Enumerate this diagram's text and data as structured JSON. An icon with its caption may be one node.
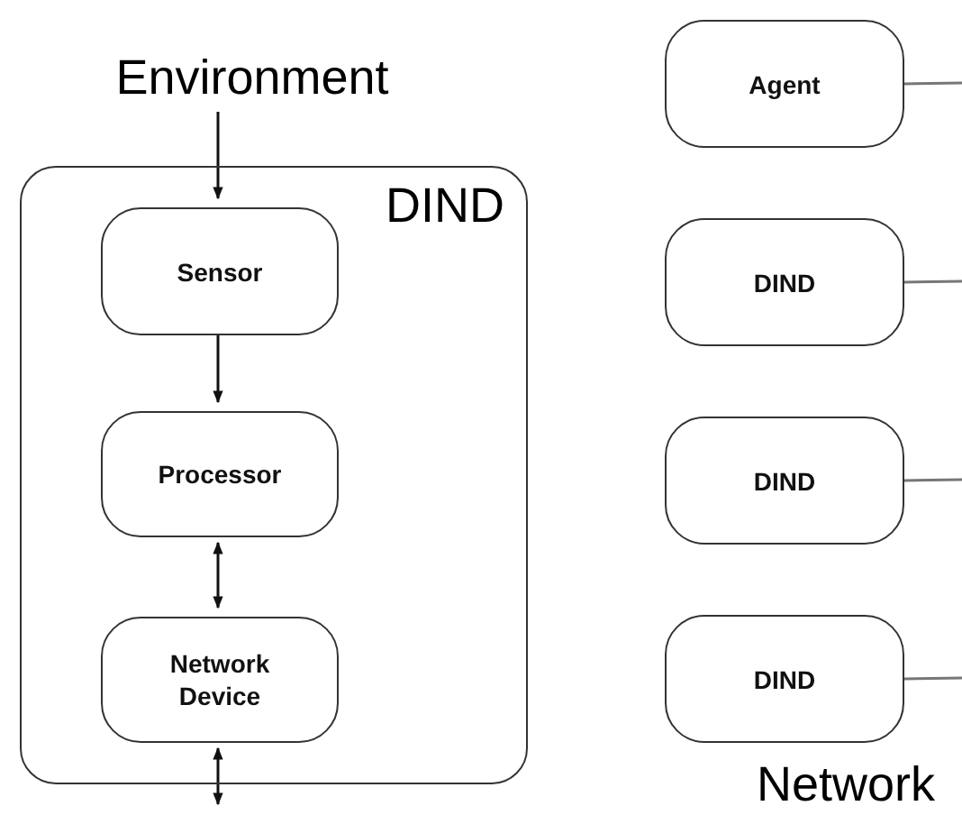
{
  "diagram": {
    "nodes": [
      {
        "text": [
          "Environment"
        ]
      },
      {
        "text": [
          "DIND"
        ]
      },
      {
        "text": [
          "Sensor"
        ],
        "in": 1
      },
      {
        "text": [
          "Processor"
        ],
        "in": 1
      },
      {
        "text": [
          "Network Device"
        ],
        "in": 1
      },
      {
        "text": [
          "Agent"
        ]
      },
      {
        "text": [
          "DIND"
        ]
      },
      {
        "text": [
          "DIND"
        ]
      },
      {
        "text": [
          "DIND"
        ]
      }
    ],
    "edges": [
      {
        "from": 0,
        "to": 2,
        "arrow": "to"
      },
      {
        "from": 2,
        "to": 3,
        "arrow": "to"
      },
      {
        "from": 3,
        "to": 4,
        "arrow": "both"
      },
      {
        "from": 4,
        "to": null,
        "arrow": "both"
      },
      {
        "from": 5,
        "to": null,
        "arrow": "none",
        "color": "#777777"
      },
      {
        "from": 6,
        "to": null,
        "arrow": "none",
        "color": "#777777"
      },
      {
        "from": 7,
        "to": null,
        "arrow": "none",
        "color": "#777777"
      },
      {
        "from": 8,
        "to": null,
        "arrow": "none",
        "color": "#777777"
      }
    ],
    "labels": [
      "Network"
    ]
  }
}
